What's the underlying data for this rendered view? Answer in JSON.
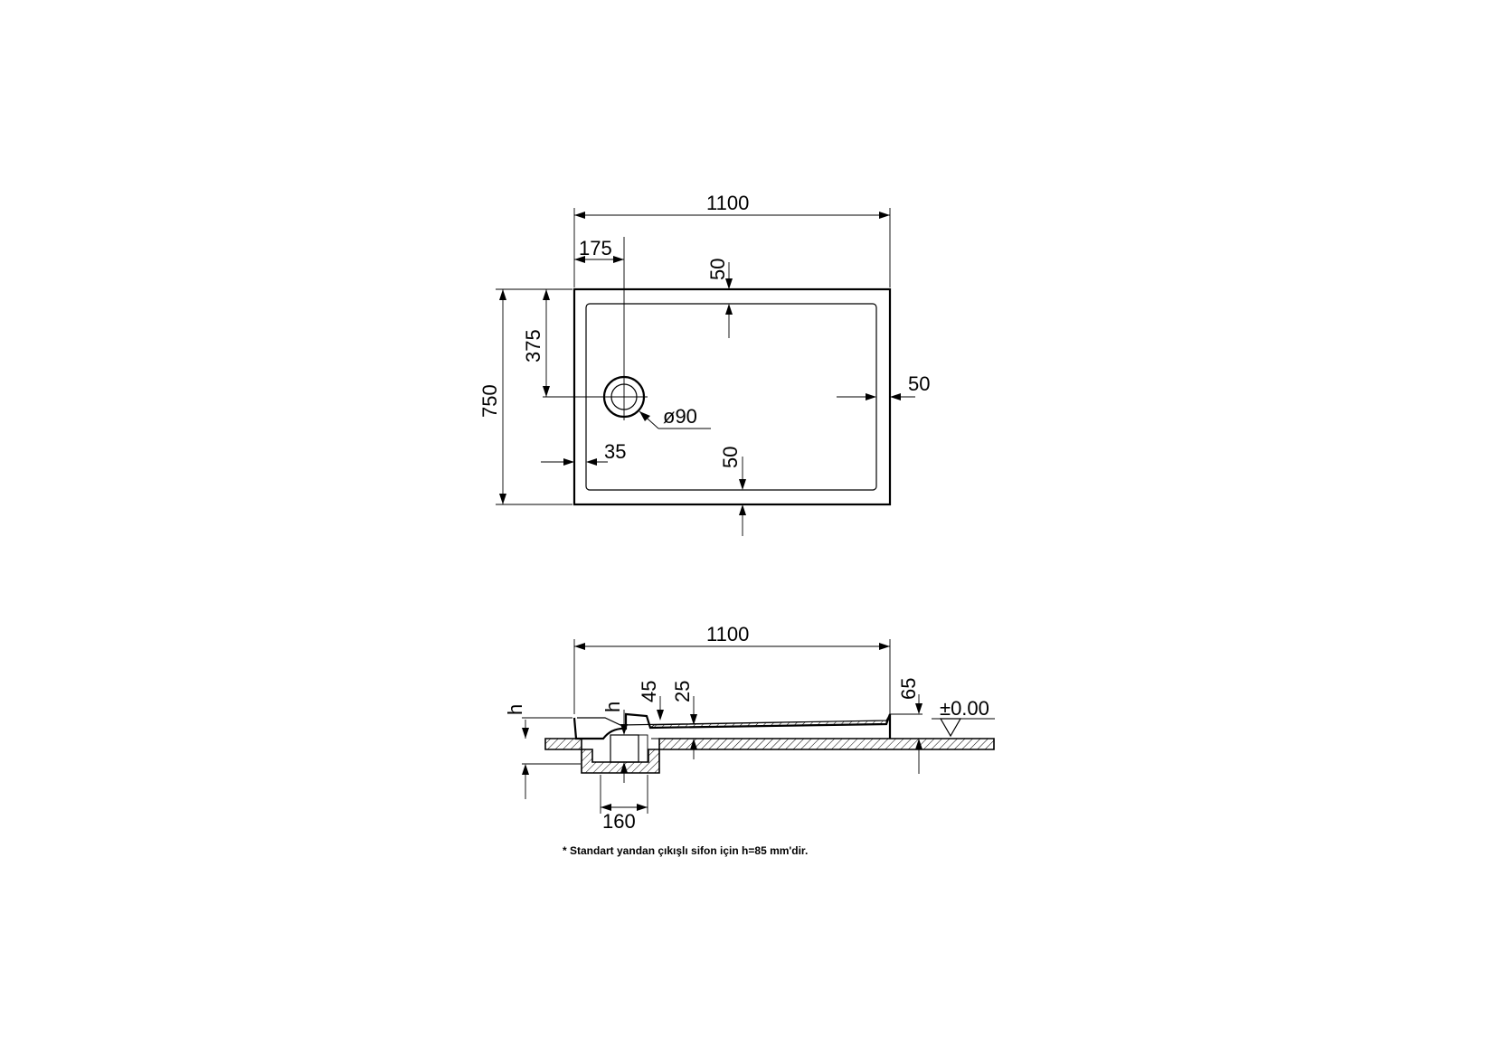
{
  "top_view": {
    "width_label": "1100",
    "height_label": "750",
    "drain_x_label": "175",
    "drain_y_label": "375",
    "top_rim_label": "50",
    "right_rim_label": "50",
    "bottom_rim_label": "50",
    "left_rim_label": "35",
    "drain_diameter_label": "ø90"
  },
  "side_view": {
    "width_label": "1100",
    "rim_45_label": "45",
    "rim_25_label": "25",
    "height_65_label": "65",
    "level_label": "±0.00",
    "h_label_left": "h",
    "h_label_drain": "h",
    "drain_width_label": "160"
  },
  "note": "* Standart yandan çıkışlı sifon için h=85 mm'dir."
}
